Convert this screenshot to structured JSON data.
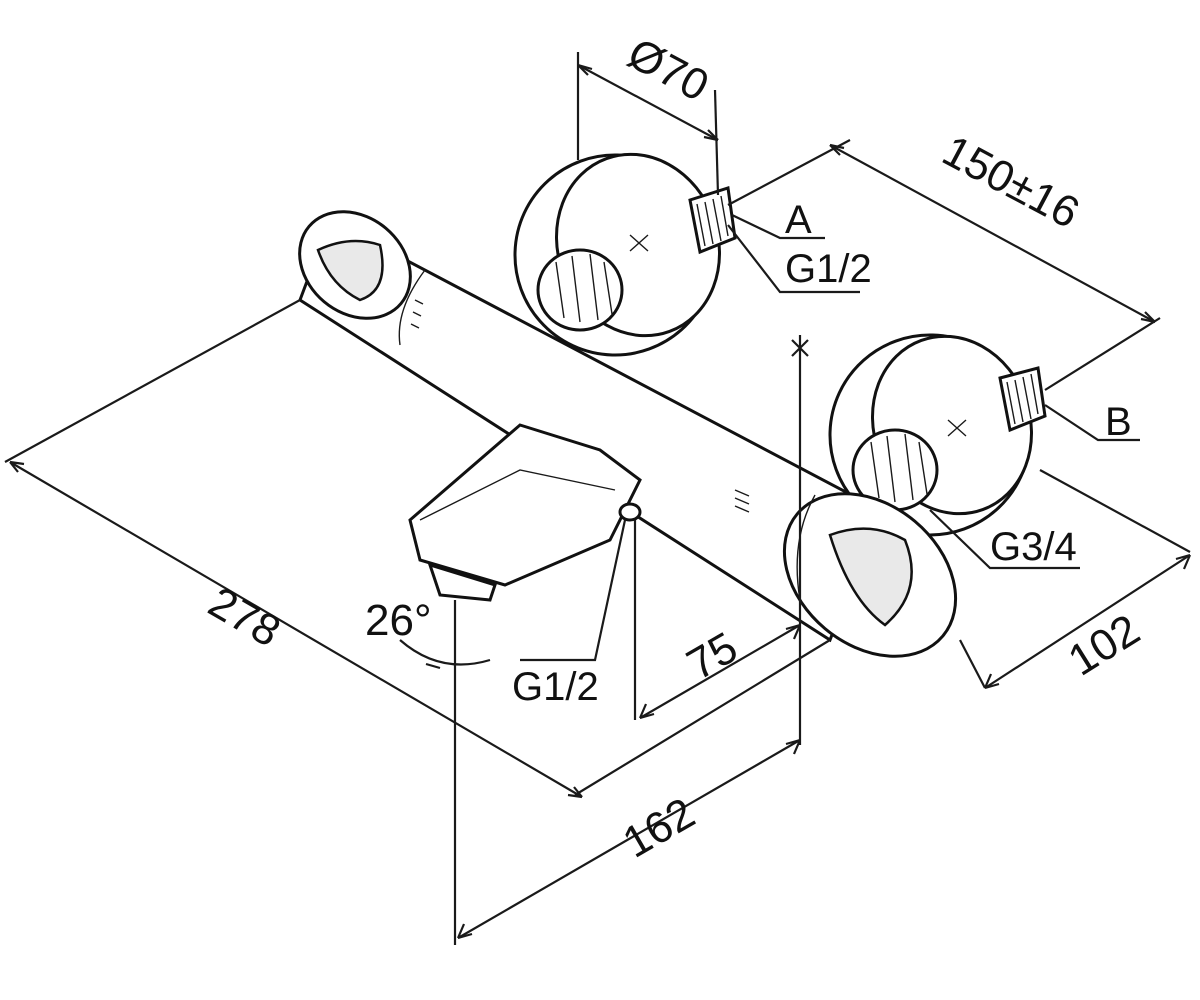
{
  "dimensions": {
    "d_rosette": "Ø70",
    "centers": "150±16",
    "width": "102",
    "length": "278",
    "spout_reach": "162",
    "spout_offset": "75",
    "spout_angle": "26°"
  },
  "connections": {
    "inlet_a": "A",
    "inlet_a_thread": "G1/2",
    "inlet_b": "B",
    "inlet_b_thread": "G3/4",
    "outlet_thread": "G1/2"
  }
}
